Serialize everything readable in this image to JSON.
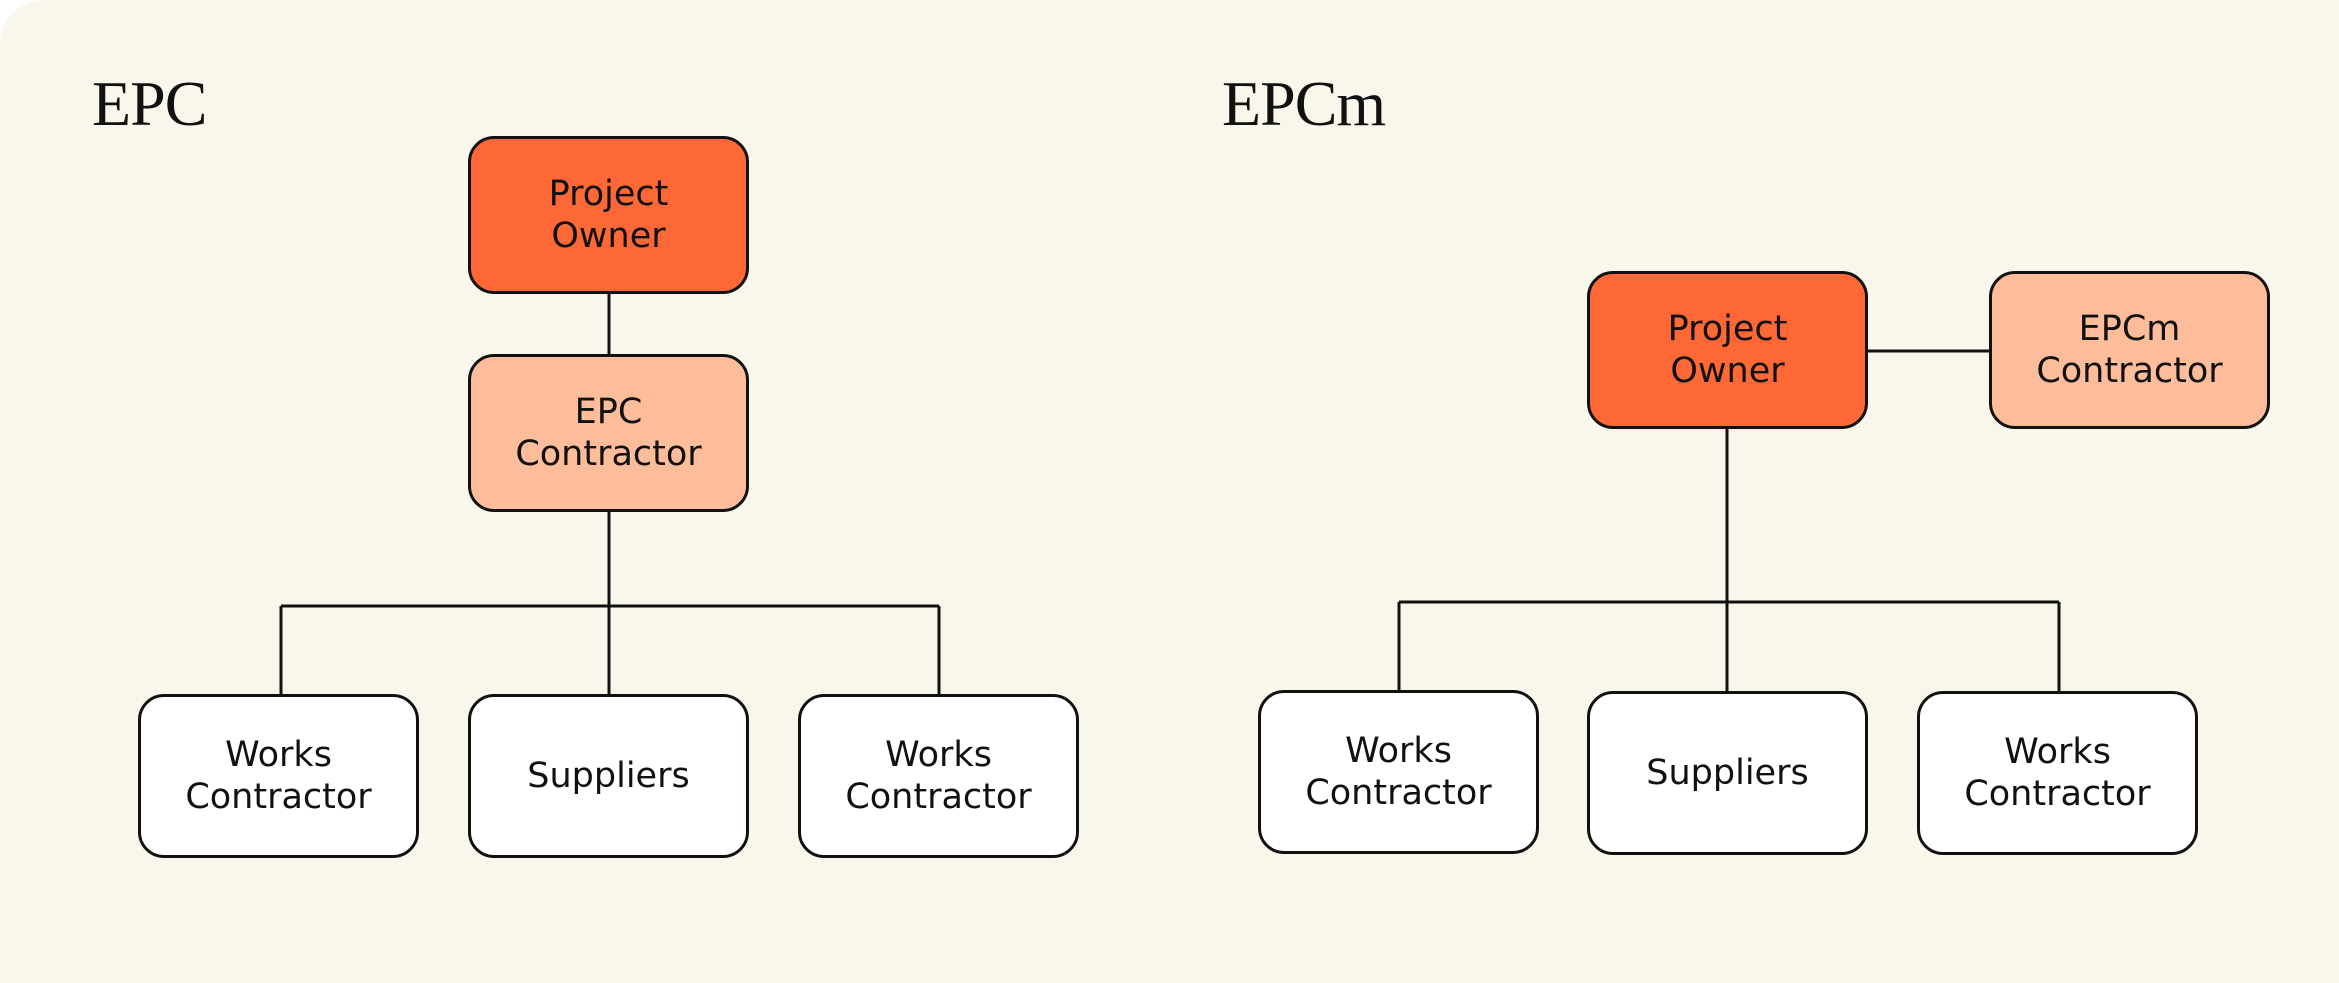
{
  "colors": {
    "background": "#f9f7ec",
    "owner_fill": "#fe6836",
    "contractor_fill": "#febd9a",
    "node_fill": "#ffffff",
    "line": "#111111"
  },
  "epc": {
    "title": "EPC",
    "owner": "Project\nOwner",
    "contractor": "EPC\nContractor",
    "children": [
      "Works\nContractor",
      "Suppliers",
      "Works\nContractor"
    ]
  },
  "epcm": {
    "title": "EPCm",
    "owner": "Project\nOwner",
    "contractor": "EPCm\nContractor",
    "children": [
      "Works\nContractor",
      "Suppliers",
      "Works\nContractor"
    ]
  }
}
